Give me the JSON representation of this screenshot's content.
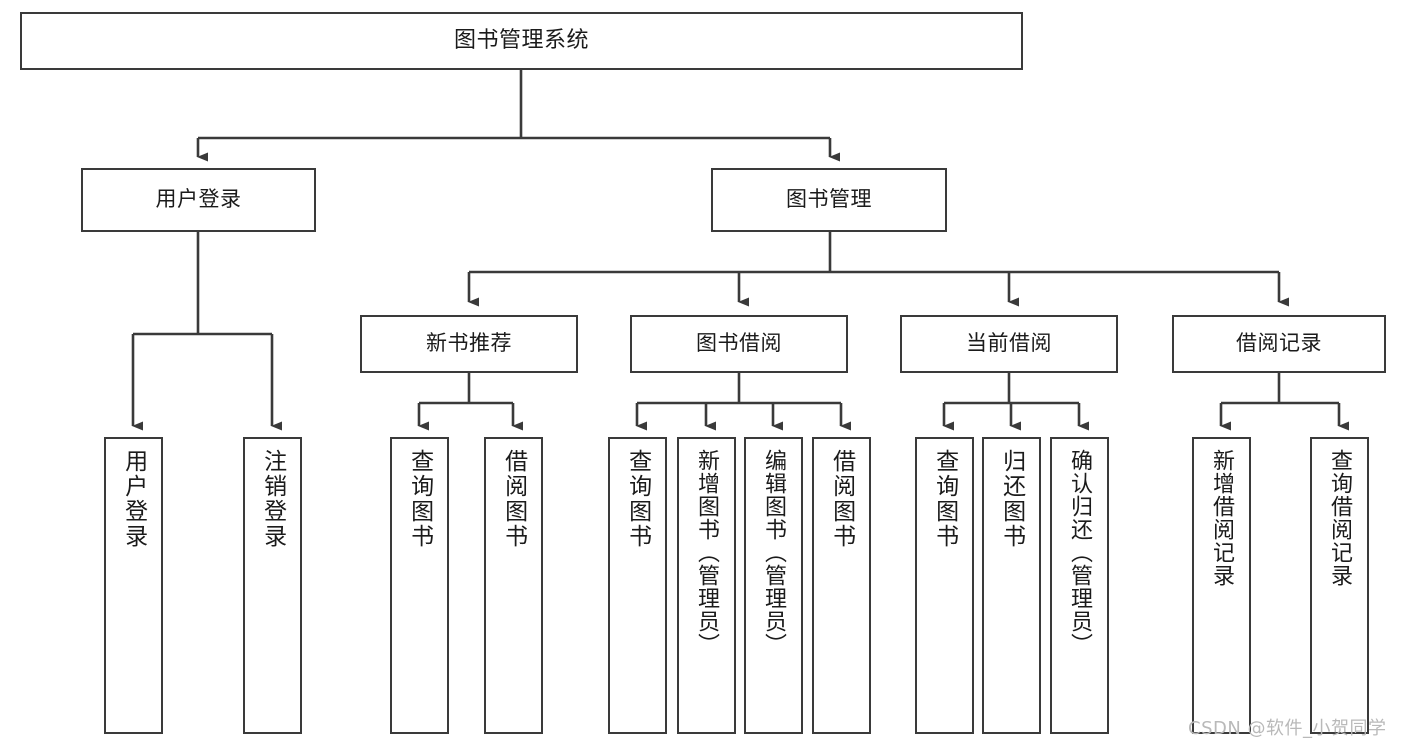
{
  "diagram": {
    "type": "tree-hierarchy",
    "title": "图书管理系统",
    "watermark": "CSDN @软件_小贺同学",
    "colors": {
      "stroke": "#3a3a3a",
      "box_fill": "#ffffff",
      "text": "#1b1b1b",
      "watermark": "#b9b9b9",
      "background": "#ffffff"
    },
    "levels": {
      "root": {
        "label": "图书管理系统"
      },
      "level2": [
        {
          "label": "用户登录"
        },
        {
          "label": "图书管理"
        }
      ],
      "level3": [
        {
          "label": "新书推荐"
        },
        {
          "label": "图书借阅"
        },
        {
          "label": "当前借阅"
        },
        {
          "label": "借阅记录"
        }
      ],
      "leaves": {
        "user_login": [
          {
            "label": "用户登录"
          },
          {
            "label": "注销登录"
          }
        ],
        "new_book_recommend": [
          {
            "label": "查询图书"
          },
          {
            "label": "借阅图书"
          }
        ],
        "book_borrow": [
          {
            "label": "查询图书"
          },
          {
            "label": "新增图书（管理员）"
          },
          {
            "label": "编辑图书（管理员）"
          },
          {
            "label": "借阅图书"
          }
        ],
        "current_borrow": [
          {
            "label": "查询图书"
          },
          {
            "label": "归还图书"
          },
          {
            "label": "确认归还（管理员）"
          }
        ],
        "borrow_record": [
          {
            "label": "新增借阅记录"
          },
          {
            "label": "查询借阅记录"
          }
        ]
      }
    }
  }
}
